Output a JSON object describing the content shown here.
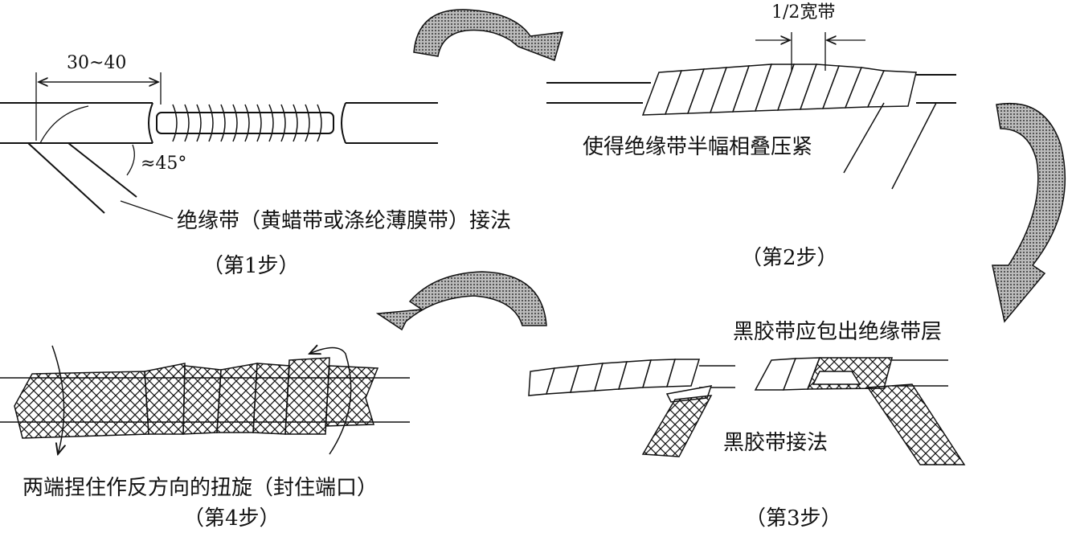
{
  "step1": {
    "dimension": "30~40",
    "angle": "≈45°",
    "caption": "绝缘带（黄蜡带或涤纶薄膜带）接法",
    "step": "（第1步）"
  },
  "step2": {
    "dimension": "1/2宽带",
    "caption": "使得绝缘带半幅相叠压紧",
    "step": "（第2步）"
  },
  "step3": {
    "caption_top": "黑胶带应包出绝缘带层",
    "caption_tape": "黑胶带接法",
    "step": "（第3步）"
  },
  "step4": {
    "caption": "两端捏住作反方向的扭旋（封住端口）",
    "step": "（第4步）"
  },
  "colors": {
    "line": "#111111",
    "arrow_fill": "#888888"
  }
}
